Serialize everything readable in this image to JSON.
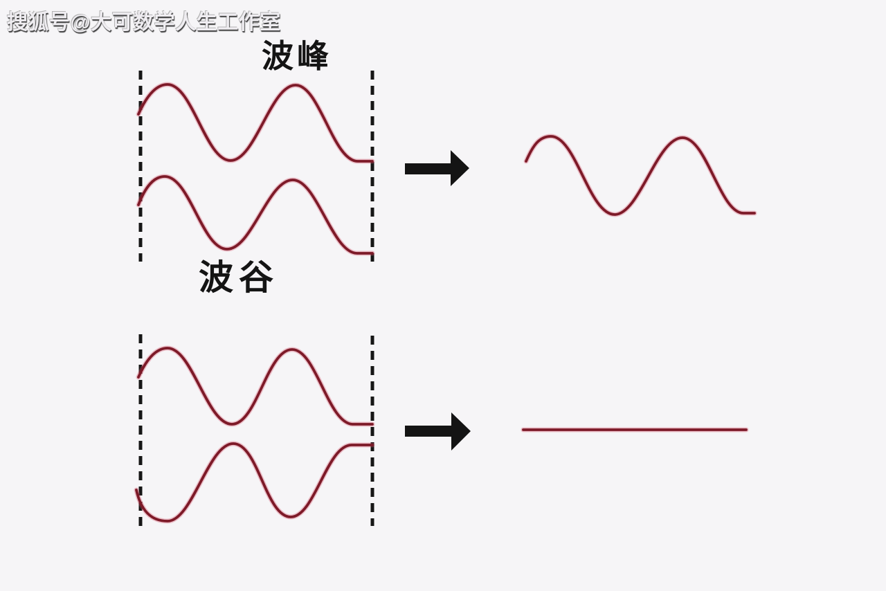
{
  "watermark": "搜狐号@大可数学人生工作室",
  "labels": {
    "crest": "波峰",
    "trough": "波谷"
  },
  "colors": {
    "background": "#f6f5f7",
    "wave": "#7d1a28",
    "wave_halo": "#d4526a",
    "dashed_line": "#161616",
    "arrow": "#141414",
    "label_text": "#141414"
  }
}
